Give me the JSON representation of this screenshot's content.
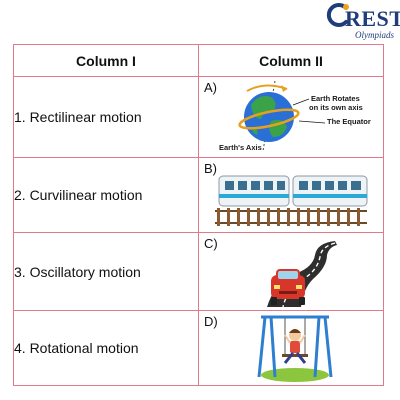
{
  "logo": {
    "word": "REST",
    "sub": "Olympiads"
  },
  "table": {
    "header": {
      "col1": "Column I",
      "col2": "Column II"
    },
    "rows": [
      {
        "item": "1. Rectilinear motion",
        "option": "A)"
      },
      {
        "item": "2. Curvilinear motion",
        "option": "B)"
      },
      {
        "item": "3. Oscillatory motion",
        "option": "C)"
      },
      {
        "item": "4. Rotational motion",
        "option": "D)"
      }
    ]
  },
  "earth_labels": {
    "rotates_line1": "Earth Rotates",
    "rotates_line2": "on its own axis",
    "equator": "The Equator",
    "axis": "Earth's Axis"
  },
  "colors": {
    "border": "#e07b8c",
    "logo_blue": "#1f3d7a",
    "logo_accent": "#f0a21a"
  }
}
